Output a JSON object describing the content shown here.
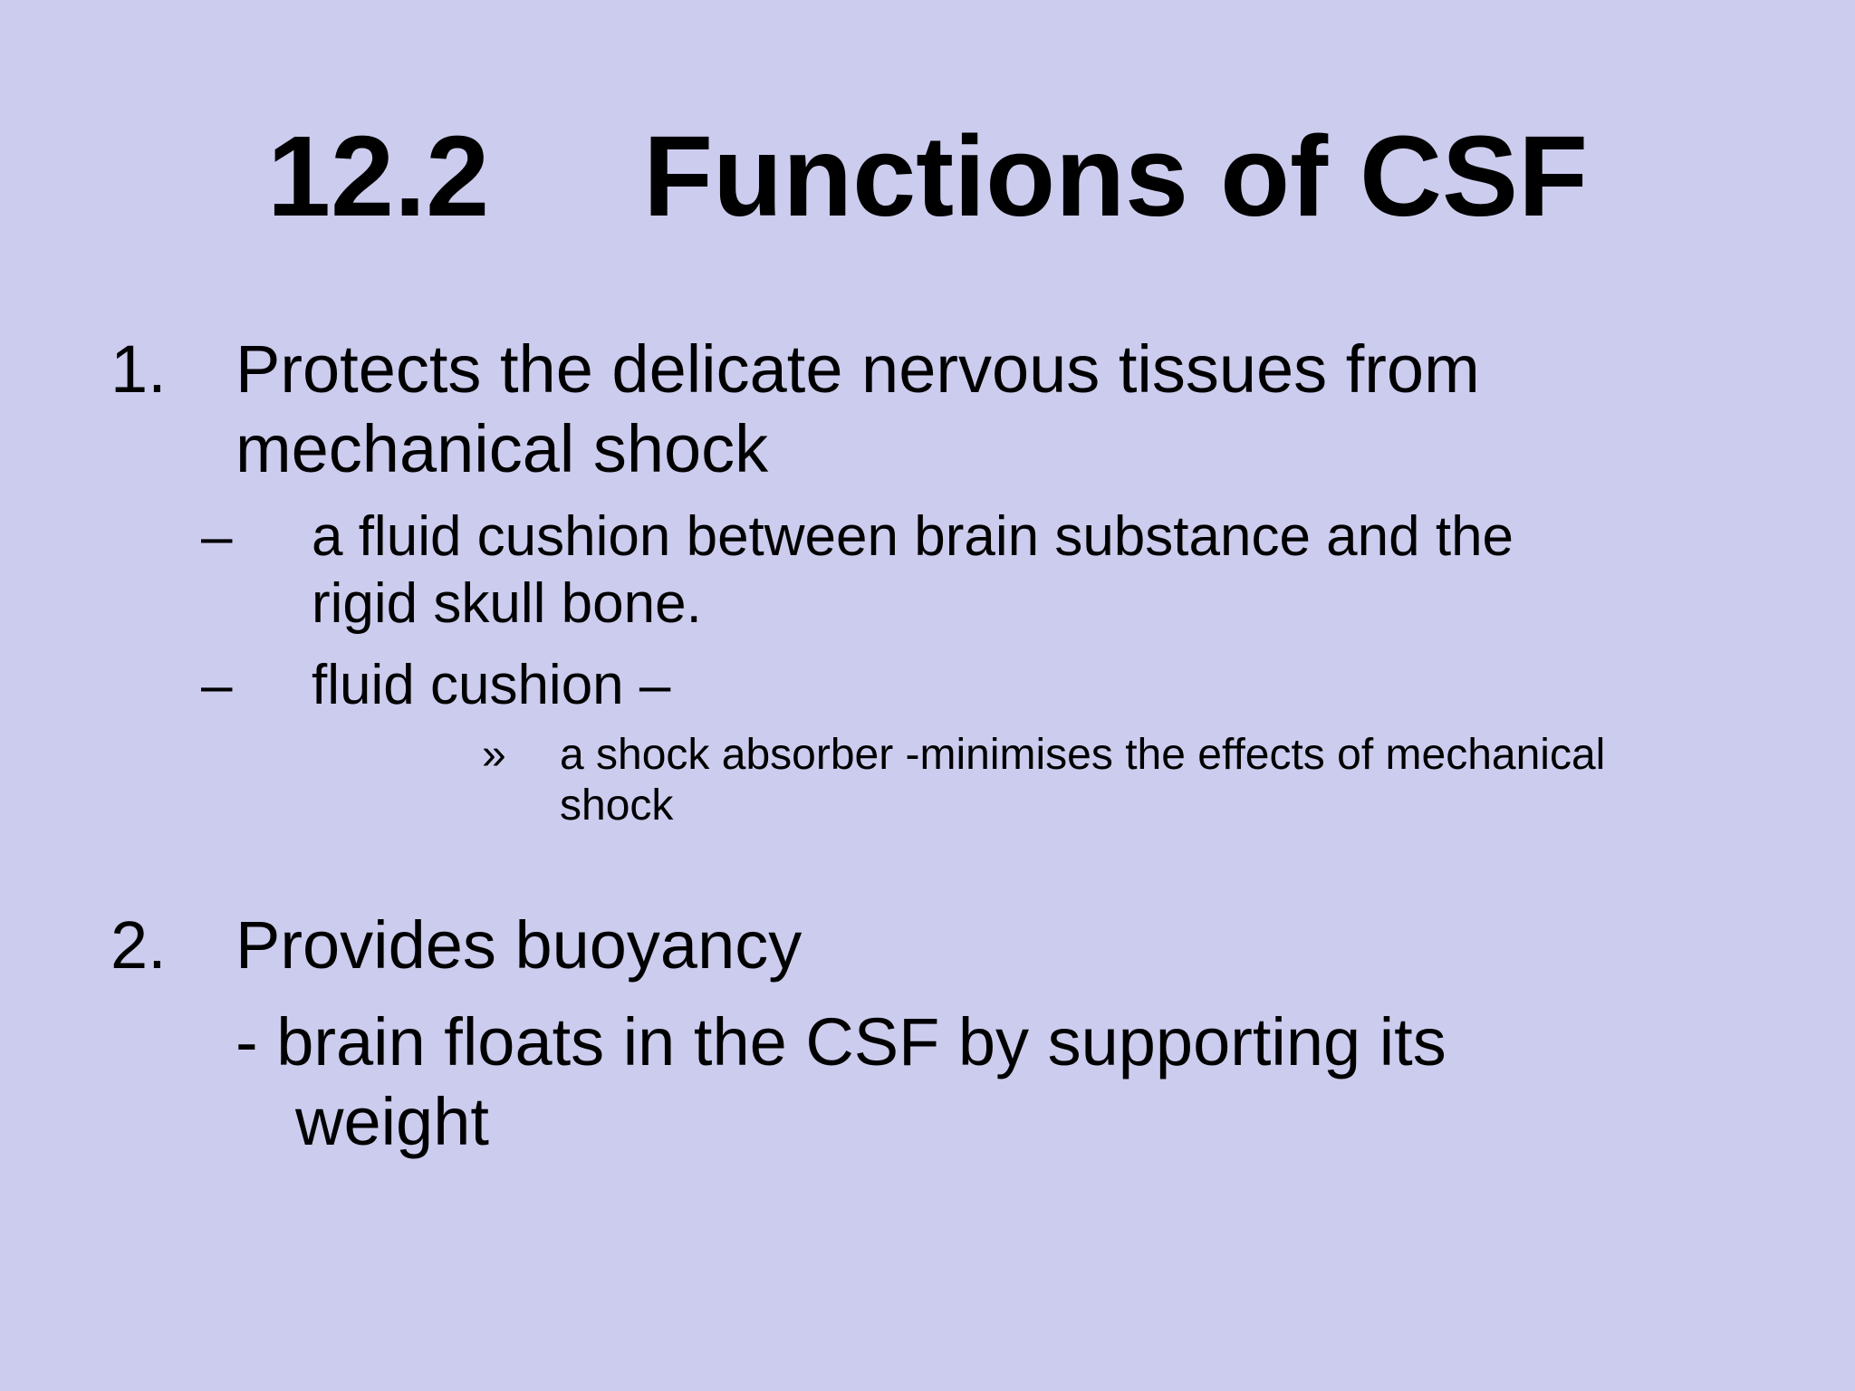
{
  "slide": {
    "background_color": "#ccccee",
    "title": {
      "number": "12.2",
      "text": "Functions of CSF"
    },
    "items": [
      {
        "marker": "1.",
        "lines": [
          "Protects the delicate nervous tissues from",
          "mechanical shock"
        ],
        "subitems": [
          {
            "marker": "–",
            "lines": [
              "a fluid cushion between brain substance and the",
              "rigid skull bone."
            ]
          },
          {
            "marker": "–",
            "lines": [
              "fluid cushion –"
            ],
            "subitems": [
              {
                "marker": "»",
                "lines": [
                  "a shock absorber -minimises the effects of mechanical",
                  "shock"
                ]
              }
            ]
          }
        ]
      },
      {
        "marker": "2.",
        "lines": [
          "Provides buoyancy"
        ],
        "continuation": {
          "lines": [
            "- brain floats in the CSF by supporting its",
            "weight"
          ]
        }
      }
    ]
  }
}
